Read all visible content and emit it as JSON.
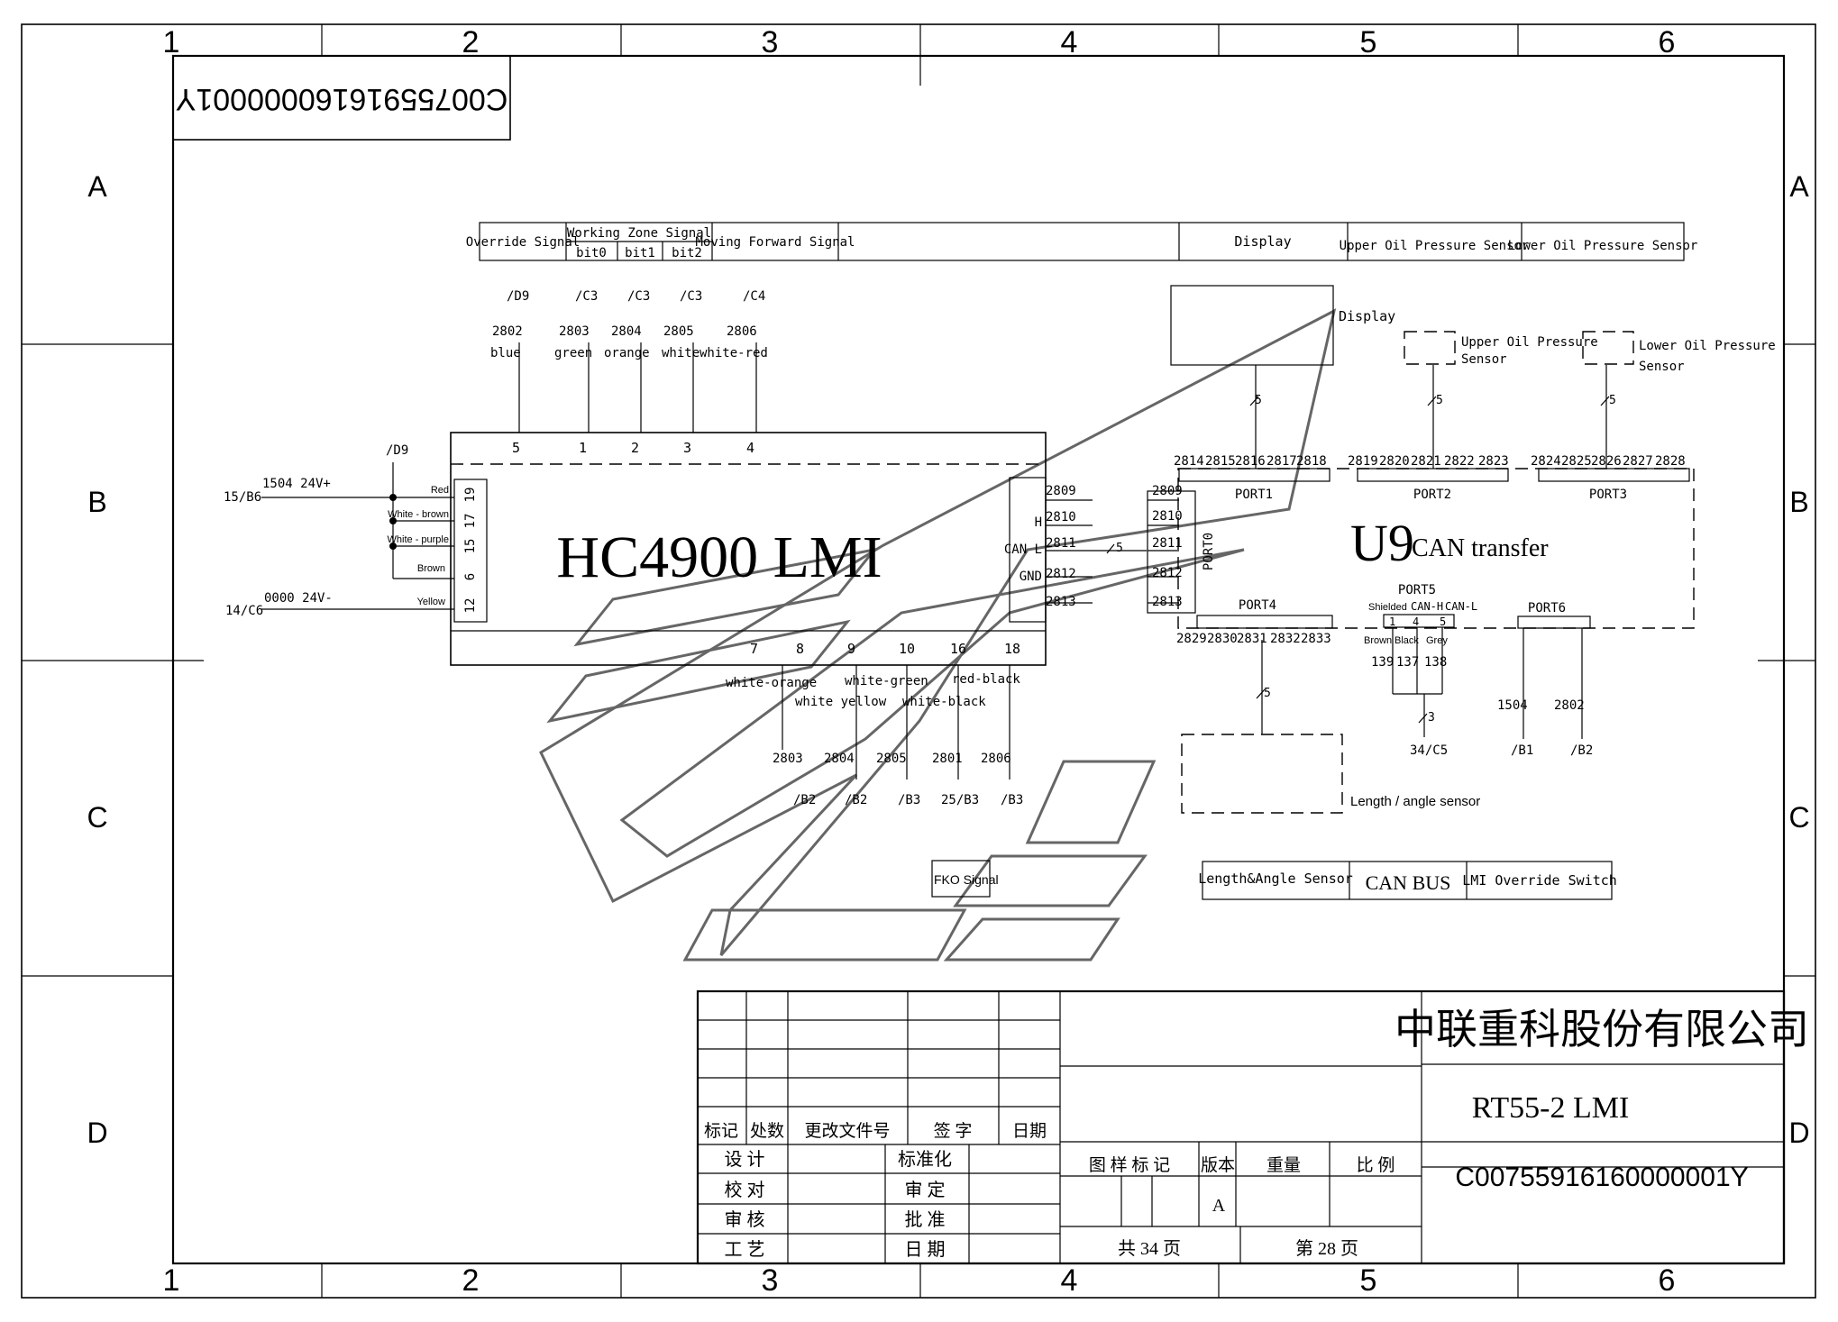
{
  "frame": {
    "col_labels": [
      "1",
      "2",
      "3",
      "4",
      "5",
      "6"
    ],
    "row_labels": [
      "A",
      "B",
      "C",
      "D"
    ]
  },
  "drawing_number": "C00755916160000001Y",
  "header_table": {
    "override": "Override Signal",
    "working_zone": "Working Zone Signal",
    "bits": [
      "bit0",
      "bit1",
      "bit2"
    ],
    "moving_forward": "Moving Forward Signal",
    "display": "Display",
    "upper_oil": "Upper Oil Pressure Sensor",
    "lower_oil": "Lower Oil Pressure Sensor"
  },
  "lmi": {
    "title": "HC4900 LMI",
    "top_pins": [
      "5",
      "1",
      "2",
      "3",
      "4"
    ],
    "top_refs": [
      "/D9",
      "/C3",
      "/C3",
      "/C3",
      "/C4"
    ],
    "top_wires": [
      "2802",
      "2803",
      "2804",
      "2805",
      "2806"
    ],
    "top_colors": [
      "blue",
      "green",
      "orange",
      "white",
      "white-red"
    ],
    "left_ref": "/D9",
    "left_pins": [
      "19",
      "17",
      "15",
      "6",
      "12"
    ],
    "left_colors": [
      "Red",
      "White - brown",
      "White - purple",
      "Brown",
      "Yellow"
    ],
    "supply_pos_ref": "15/B6",
    "supply_pos": "1504  24V+",
    "supply_neg_ref": "14/C6",
    "supply_neg": "0000  24V-",
    "can_labels": [
      "H",
      "CAN L",
      "GND"
    ],
    "can_wires": [
      "2809",
      "2810",
      "2811",
      "2812",
      "2813"
    ],
    "bottom_pins": [
      "7",
      "8",
      "9",
      "10",
      "16",
      "18"
    ],
    "bottom_colors_a": [
      "white-orange",
      "white-green",
      "red-black"
    ],
    "bottom_colors_b": [
      "white yellow",
      "white-black"
    ],
    "bottom_wires": [
      "2803",
      "2804",
      "2805",
      "2801",
      "2806"
    ],
    "bottom_refs": [
      "/B2",
      "/B2",
      "/B3",
      "25/B3",
      "/B3"
    ],
    "bus_count": "5"
  },
  "u9": {
    "title": "U9",
    "subtitle": "CAN transfer",
    "port0": "PORT0",
    "port0_wires": [
      "2809",
      "2810",
      "2811",
      "2812",
      "2813"
    ],
    "port1": "PORT1",
    "port1_wires": [
      "2814",
      "2815",
      "2816",
      "2817",
      "2818"
    ],
    "port2": "PORT2",
    "port2_wires": [
      "2819",
      "2820",
      "2821",
      "2822",
      "2823"
    ],
    "port3": "PORT3",
    "port3_wires": [
      "2824",
      "2825",
      "2826",
      "2827",
      "2828"
    ],
    "port4": "PORT4",
    "port4_wires": [
      "2829",
      "2830",
      "2831",
      "2832",
      "2833"
    ],
    "port5": "PORT5",
    "port5_head": [
      "Shielded",
      "CAN-H",
      "CAN-L"
    ],
    "port5_pins": [
      "1",
      "4",
      "5"
    ],
    "port5_colors": [
      "Brown",
      "Black",
      "Grey"
    ],
    "port5_wires": [
      "139",
      "137",
      "138"
    ],
    "port5_count": "3",
    "port5_ref": "34/C5",
    "port6": "PORT6",
    "port6_wires": [
      "1504",
      "2802"
    ],
    "port6_refs": [
      "/B1",
      "/B2"
    ]
  },
  "devices": {
    "display": "Display",
    "upper_oil": [
      "Upper Oil Pressure",
      "Sensor"
    ],
    "lower_oil": [
      "Lower Oil Pressure",
      "Sensor"
    ],
    "length_angle": "Length / angle sensor",
    "fko": "FKO Signal",
    "bus_counts": [
      "5",
      "5",
      "5",
      "5"
    ]
  },
  "bottom_table": {
    "length_angle": "Length&Angle Sensor",
    "can_bus": "CAN BUS",
    "override_switch": "LMI Override Switch"
  },
  "title_block": {
    "company": "中联重科股份有限公司",
    "project": "RT55-2 LMI",
    "number": "C00755916160000001Y",
    "rev_headers": [
      "标记",
      "处数",
      "更改文件号",
      "签 字",
      "日期"
    ],
    "sign_left": [
      "设 计",
      "校 对",
      "审 核",
      "工 艺"
    ],
    "sign_mid": [
      "标准化",
      "审 定",
      "批 准",
      "日 期"
    ],
    "info_headers": [
      "图 样 标 记",
      "版本",
      "重量",
      "比 例"
    ],
    "version": "A",
    "total_pages": "共  34  页",
    "page_no": "第  28  页"
  }
}
